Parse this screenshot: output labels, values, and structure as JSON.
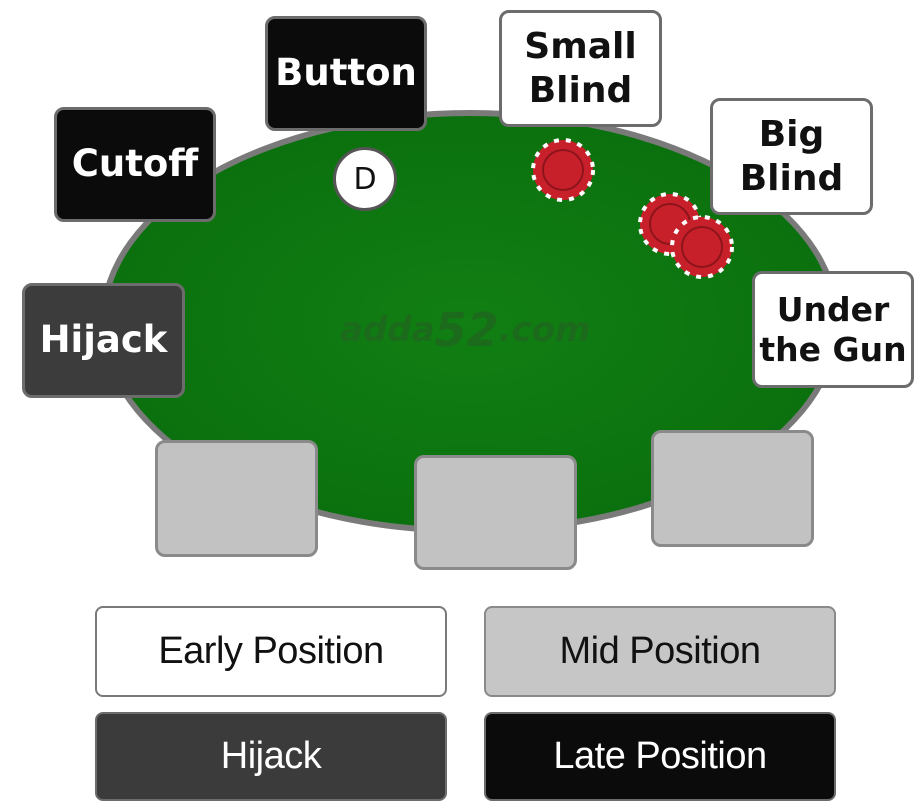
{
  "table": {
    "felt_color": "#0d7a10",
    "rail_color": "#7a7a7a",
    "watermark_prefix": "adda",
    "watermark_number": "52",
    "watermark_suffix": ".com"
  },
  "dealer_button": {
    "label": "D"
  },
  "seats": {
    "button": "Button",
    "small_blind": "Small\nBlind",
    "big_blind": "Big\nBlind",
    "cutoff": "Cutoff",
    "hijack": "Hijack",
    "under_the_gun": "Under\nthe Gun"
  },
  "chips": {
    "color": "#c8202a",
    "count": 3
  },
  "legend": {
    "early": "Early Position",
    "mid": "Mid Position",
    "hijack": "Hijack",
    "late": "Late Position"
  },
  "colors": {
    "late": "#0b0b0b",
    "hijack": "#3c3c3c",
    "early": "#ffffff",
    "mid": "#c2c2c2"
  }
}
